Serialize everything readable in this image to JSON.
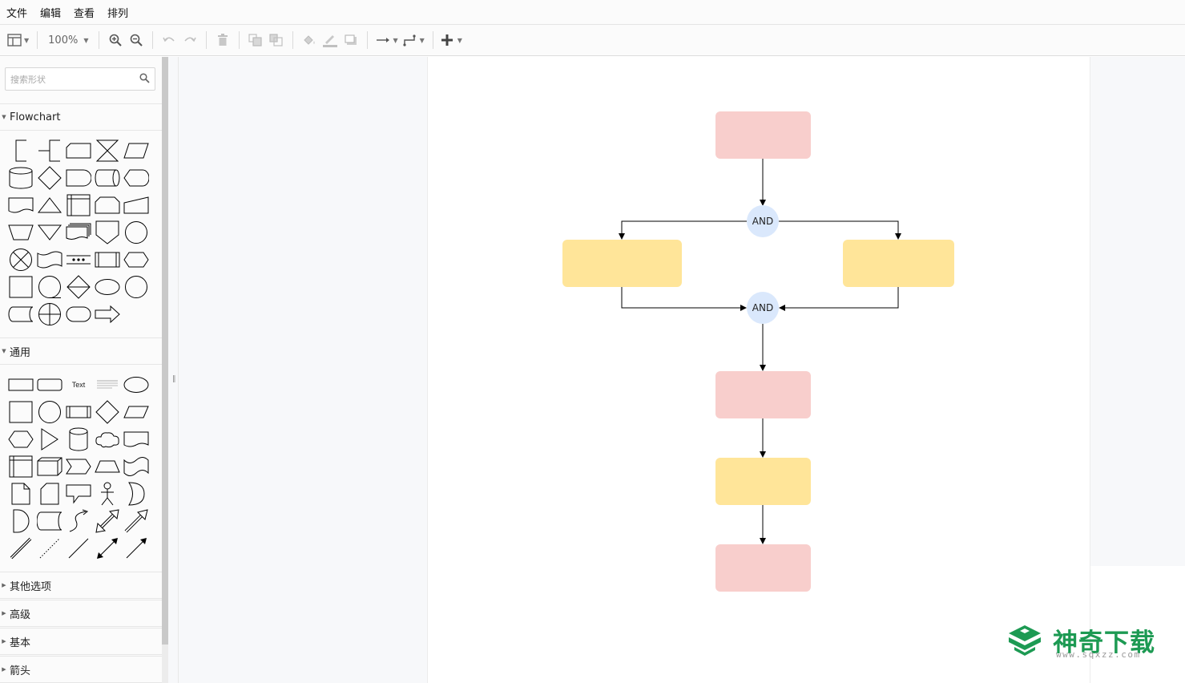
{
  "menu": [
    "文件",
    "编辑",
    "查看",
    "排列"
  ],
  "toolbar": {
    "zoom_level": "100%",
    "icons": [
      "panel-layout-icon",
      "zoom-in-icon",
      "zoom-out-icon",
      "undo-icon",
      "redo-icon",
      "delete-icon",
      "to-front-icon",
      "to-back-icon",
      "fill-color-icon",
      "line-color-icon",
      "shadow-icon",
      "connection-style-icon",
      "waypoint-style-icon",
      "insert-plus-icon"
    ]
  },
  "sidebar": {
    "search_placeholder": "搜索形状",
    "sections": [
      {
        "label": "Flowchart",
        "expanded": true
      },
      {
        "label": "通用",
        "expanded": true
      },
      {
        "label": "其他选项",
        "expanded": false
      },
      {
        "label": "高级",
        "expanded": false
      },
      {
        "label": "基本",
        "expanded": false
      },
      {
        "label": "箭头",
        "expanded": false
      }
    ],
    "general_text_shape_label": "Text"
  },
  "diagram": {
    "gateways": [
      "AND",
      "AND"
    ],
    "colors": {
      "pink": "#f8cecc",
      "yellow": "#ffe599",
      "gateway": "#dae8fc"
    }
  },
  "watermark": {
    "brand": "神奇下载",
    "url": "www.sqxzz.com",
    "color": "#1d9a53"
  }
}
